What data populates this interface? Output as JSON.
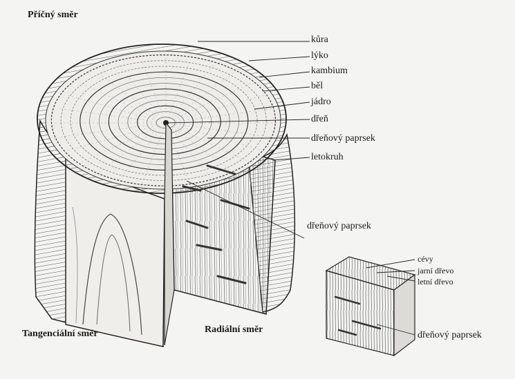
{
  "section_labels": {
    "cross": "Příčný směr",
    "tangential": "Tangenciální směr",
    "radial": "Radiální směr"
  },
  "layer_labels": [
    "kůra",
    "lýko",
    "kambium",
    "běl",
    "jádro",
    "dřeň",
    "dřeňový paprsek",
    "letokruh"
  ],
  "radial_ray_label": "dřeňový paprsek",
  "detail_labels": [
    "cévy",
    "jarní dřevo",
    "letní dřevo",
    "dřeňový paprsek"
  ],
  "colors": {
    "ink": "#1a1a1a",
    "paper": "#f4f4f2",
    "wood": "#e9e8e4",
    "shade": "#8a8a86"
  }
}
